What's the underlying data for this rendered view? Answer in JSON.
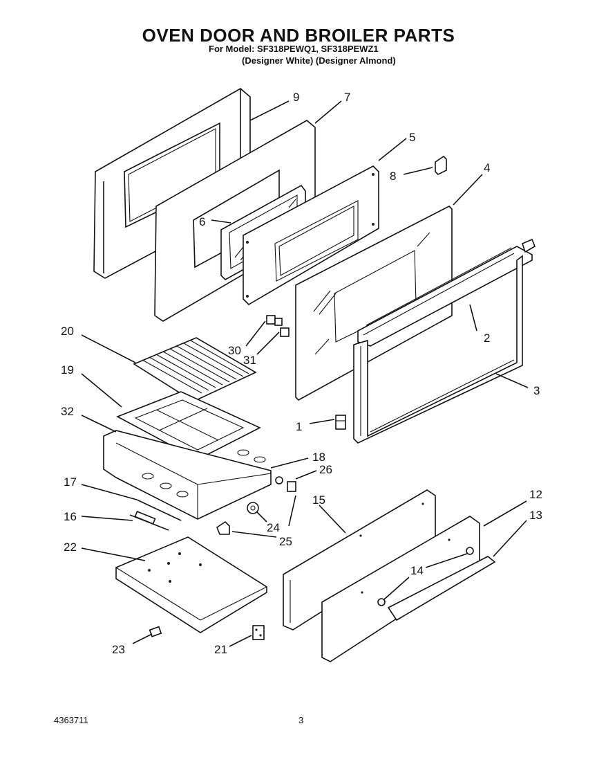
{
  "header": {
    "title": "OVEN DOOR AND BROILER PARTS",
    "model_line": "For Model: SF318PEWQ1, SF318PEWZ1",
    "variant_line": "(Designer White) (Designer Almond)"
  },
  "callouts": {
    "c1": "1",
    "c2": "2",
    "c3": "3",
    "c4": "4",
    "c5": "5",
    "c6": "6",
    "c7": "7",
    "c8": "8",
    "c9": "9",
    "c12": "12",
    "c13": "13",
    "c14": "14",
    "c15": "15",
    "c16": "16",
    "c17": "17",
    "c18": "18",
    "c19": "19",
    "c20": "20",
    "c21": "21",
    "c22": "22",
    "c23": "23",
    "c24": "24",
    "c25": "25",
    "c26": "26",
    "c30": "30",
    "c31": "31",
    "c32": "32"
  },
  "footer": {
    "doc_number": "4363711",
    "page_number": "3"
  }
}
